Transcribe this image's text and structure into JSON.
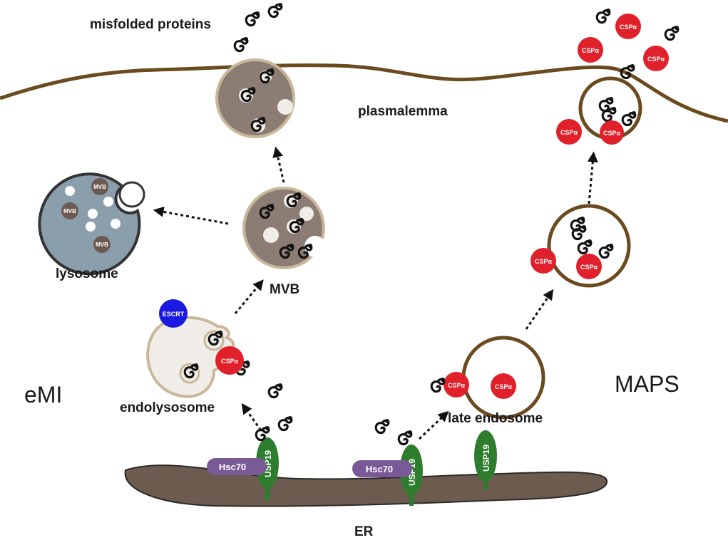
{
  "labels": {
    "misfolded_proteins": "misfolded proteins",
    "plasmalemma": "plasmalemma",
    "lysosome": "lysosome",
    "mvb": "MVB",
    "endolysosome": "endolysosome",
    "emi": "eMI",
    "late_endosome": "late endosome",
    "maps": "MAPS",
    "er": "ER"
  },
  "proteins": {
    "escrt": "ESCRT",
    "cspa": "CSPα",
    "hsc70": "Hsc70",
    "usp19": "USP19",
    "mvb_small": "MVB"
  },
  "colors": {
    "membrane": "#6b4a1f",
    "mvb_fill": "#8b7d74",
    "lysosome_fill": "#8a9eac",
    "endolysosome_fill": "#f0ede8",
    "er_fill": "#6e5b4f",
    "cspa_red": "#e0202a",
    "escrt_blue": "#1a1ae0",
    "hsc70_purple": "#7a5a96",
    "usp19_green": "#2e7d2e"
  }
}
